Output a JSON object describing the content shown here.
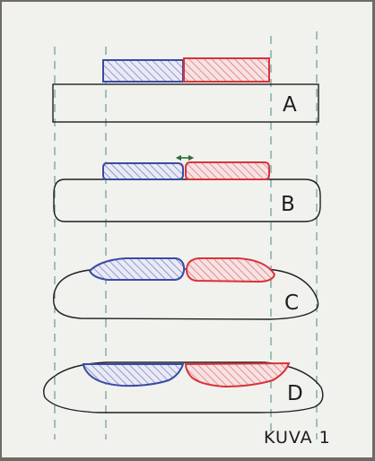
{
  "figure": {
    "caption": "KUVA 1",
    "stages": [
      {
        "label": "A"
      },
      {
        "label": "B"
      },
      {
        "label": "C"
      },
      {
        "label": "D"
      }
    ],
    "colors": {
      "paper": "#f1f1ee",
      "blue_piece": "#3b4aa6",
      "red_piece": "#d8343a",
      "outline": "#1f1f1f",
      "guide_lines": "#4a8a86",
      "arrow": "#2f6b3b"
    }
  }
}
